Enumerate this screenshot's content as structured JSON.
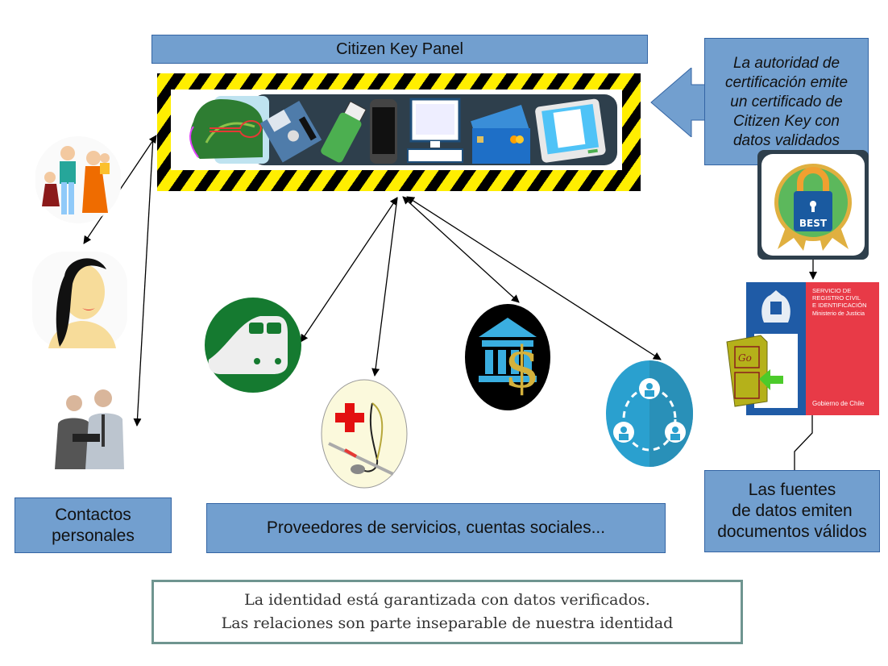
{
  "panel": {
    "title": "Citizen Key Panel",
    "devices": [
      "brain-key-icon",
      "floppy-disk-icon",
      "usb-drive-icon",
      "smartphone-icon",
      "desktop-computer-icon",
      "credit-card-icon",
      "tablet-document-icon"
    ]
  },
  "certification_authority": {
    "lines": [
      "La autoridad de",
      "certificación emite",
      "un certificado de",
      "Citizen Key con",
      "datos validados"
    ],
    "badge_text": "BEST"
  },
  "registry": {
    "lines": [
      "SERVICIO DE",
      "REGISTRO CIVIL",
      "E IDENTIFICACIÓN"
    ],
    "ministry": "Ministerio de Justicia",
    "government": "Gobierno de Chile",
    "door_label": "Go"
  },
  "sources_box": {
    "lines": [
      "Las fuentes",
      "de datos emiten",
      "documentos válidos"
    ]
  },
  "contacts_box": {
    "lines": [
      "Contactos",
      "personales"
    ]
  },
  "providers_box": {
    "label": "Proveedores de servicios, cuentas sociales..."
  },
  "note": {
    "lines": [
      "La identidad está garantizada con datos verificados.",
      "Las relaciones son parte inseparable de nuestra identidad"
    ]
  },
  "contacts": [
    "family-icon",
    "woman-portrait-icon",
    "colleagues-icon"
  ],
  "services": [
    "train-icon",
    "medical-icon",
    "bank-icon",
    "social-network-icon"
  ],
  "colors": {
    "box_fill": "#729fcf",
    "box_border": "#3465a4",
    "hazard_yellow": "#ffee00",
    "note_border": "#6f9590"
  }
}
